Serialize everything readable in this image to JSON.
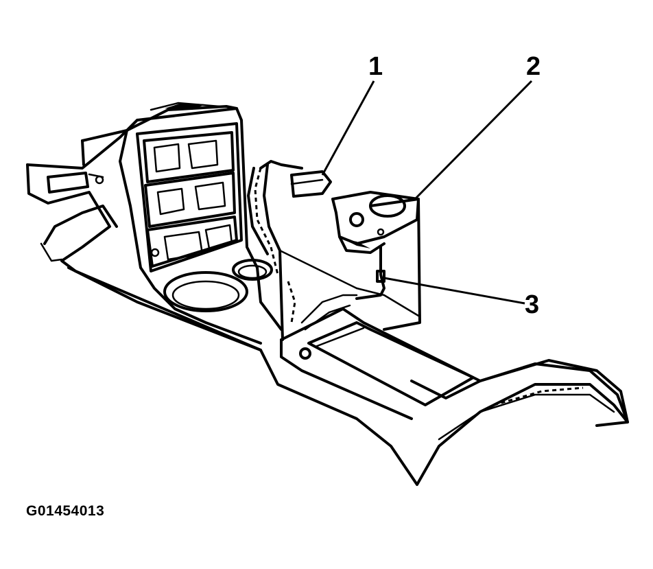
{
  "figure": {
    "callouts": [
      {
        "number": "1"
      },
      {
        "number": "2"
      },
      {
        "number": "3"
      }
    ],
    "figure_id": "G01454013"
  },
  "colors": {
    "line": "#000000",
    "background": "#ffffff"
  }
}
